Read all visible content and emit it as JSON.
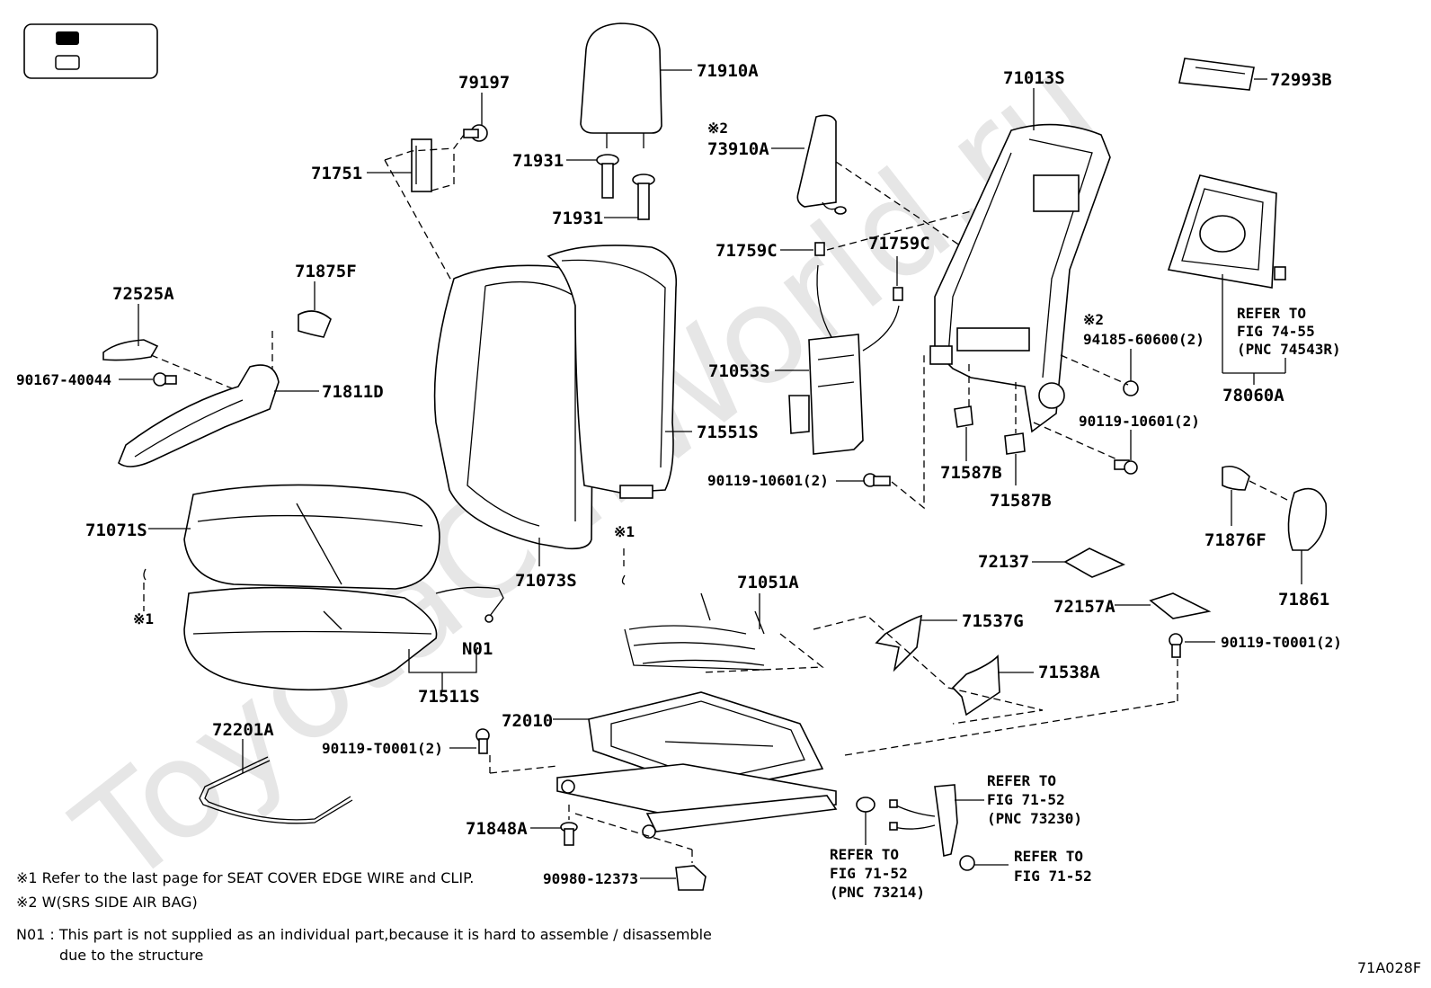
{
  "watermark": "ToyotaCarWorld.ru",
  "diagram_code": "71A028F",
  "parts": {
    "p79197": "79197",
    "p71910A": "71910A",
    "p71751": "71751",
    "p71931a": "71931",
    "p71931b": "71931",
    "p73910A": "73910A",
    "p71013S": "71013S",
    "p72993B": "72993B",
    "p71759C_a": "71759C",
    "p71759C_b": "71759C",
    "p72525A": "72525A",
    "p71875F": "71875F",
    "p90167": "90167-40044",
    "p71811D": "71811D",
    "p71053S": "71053S",
    "p94185": "94185-60600(2)",
    "p78060A": "78060A",
    "p90119_10601_r": "90119-10601(2)",
    "p71551S": "71551S",
    "p90119_10601_l": "90119-10601(2)",
    "p71587B_a": "71587B",
    "p71587B_b": "71587B",
    "p71071S": "71071S",
    "p71073S": "71073S",
    "p71876F": "71876F",
    "p72137": "72137",
    "p71861": "71861",
    "p71051A": "71051A",
    "p72157A": "72157A",
    "p71537G": "71537G",
    "pN01": "N01",
    "p90119_T0001_r": "90119-T0001(2)",
    "p71538A": "71538A",
    "p71511S": "71511S",
    "p72010": "72010",
    "p72201A": "72201A",
    "p90119_T0001_l": "90119-T0001(2)",
    "p71848A": "71848A",
    "p90980": "90980-12373"
  },
  "marks": {
    "m2_top": "※2",
    "m2_right": "※2",
    "m1_center": "※1",
    "m1_left": "※1"
  },
  "refs": {
    "ref_74_55": [
      "REFER TO",
      "FIG 74-55",
      "(PNC 74543R)"
    ],
    "ref_73230": [
      "REFER TO",
      "FIG 71-52",
      "(PNC 73230)"
    ],
    "ref_73214": [
      "REFER TO",
      "FIG 71-52",
      "(PNC 73214)"
    ],
    "ref_71_52": [
      "REFER TO",
      "FIG 71-52"
    ]
  },
  "notes": {
    "n1": "※1  Refer to the last page for SEAT COVER EDGE WIRE and CLIP.",
    "n2": "※2  W(SRS SIDE AIR BAG)",
    "n3a": "N01 : This part is not supplied as an individual part,because it is hard to assemble / disassemble",
    "n3b": "due to the structure"
  },
  "legend_colors": {
    "filled": "#000000",
    "empty": "#ffffff"
  }
}
